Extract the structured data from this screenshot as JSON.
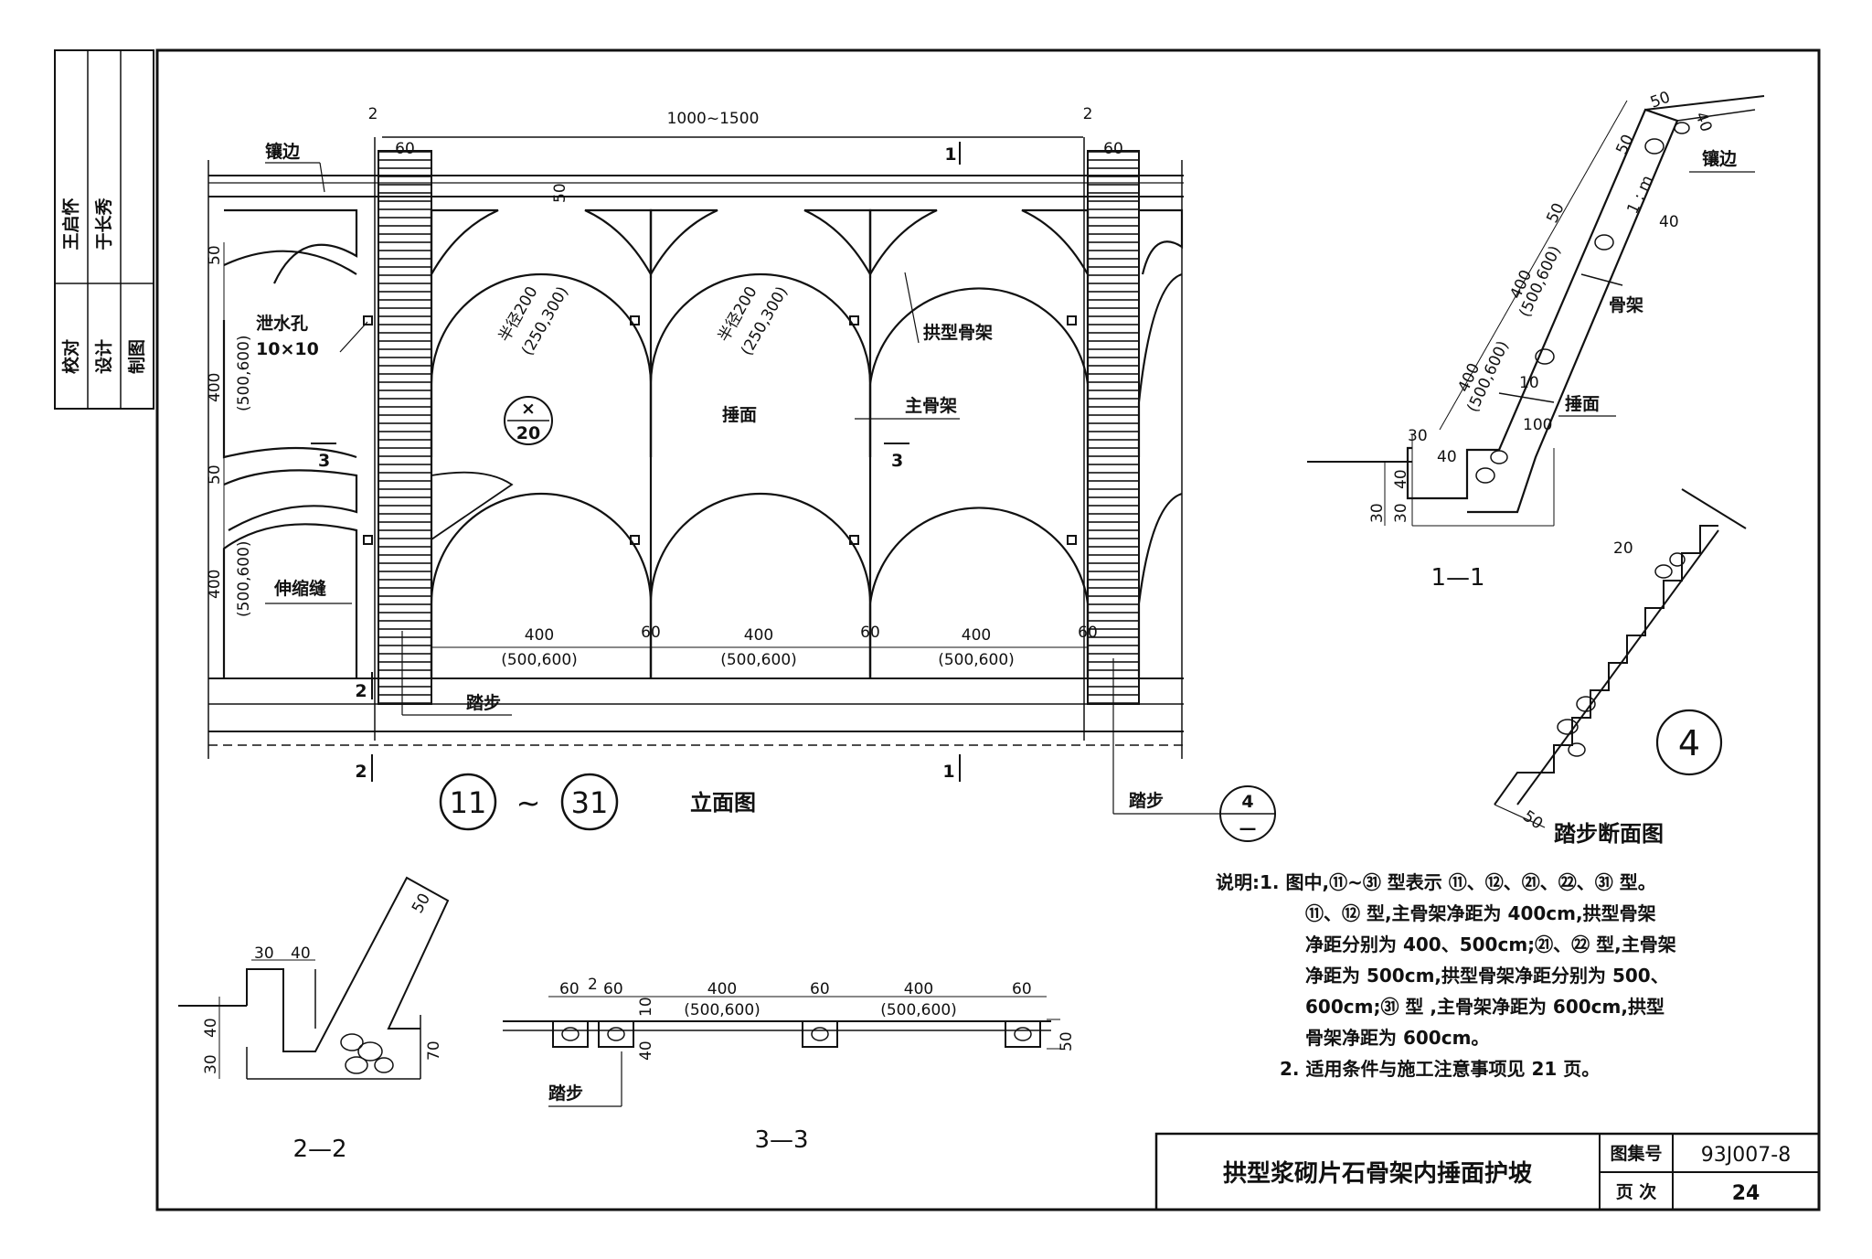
{
  "stamp": {
    "roles": [
      "校对",
      "设计",
      "制图"
    ],
    "names": [
      "王启怀",
      "于长秀"
    ]
  },
  "main_view": {
    "title_circle_a": "11",
    "title_tilde": "~",
    "title_circle_b": "31",
    "caption": "立面图",
    "total_width": "1000~1500",
    "sec_mark_2": "2",
    "sec_mark_1": "1",
    "step_width": "60",
    "band_dim": "50",
    "edge_label": "镶边",
    "drain_label": "泄水孔",
    "drain_size": "10×10",
    "expansion_label": "伸缩缝",
    "step_label": "踏步",
    "radius_a": "半径200",
    "radius_b": "(250,300)",
    "arch_frame_label": "拱型骨架",
    "main_frame_label": "主骨架",
    "pitch_label": "捶面",
    "detail_top": "×",
    "detail_bottom": "20",
    "sec3_label": "3",
    "vdim_50": "50",
    "vdim_400": "400",
    "vdim_alt": "(500,600)",
    "bay_dim": "400",
    "bay_alt": "(500,600)",
    "gap_dim": "60"
  },
  "callout": {
    "label": "踏步",
    "top": "4",
    "bottom": "—"
  },
  "section_1_1": {
    "caption": "1—1",
    "dims": [
      "50",
      "40",
      "50",
      "1 : m",
      "40",
      "50",
      "400",
      "(500,600)",
      "400",
      "(500,600)",
      "10",
      "30",
      "40",
      "30",
      "40",
      "30",
      "100"
    ],
    "edge_label": "镶边",
    "frame_label": "骨架",
    "pitch_label": "捶面"
  },
  "section_4": {
    "number": "4",
    "caption": "踏步断面图",
    "dims": [
      "20",
      "50"
    ]
  },
  "section_2_2": {
    "caption": "2—2",
    "dims": [
      "30",
      "40",
      "50",
      "40",
      "30",
      "70"
    ]
  },
  "section_3_3": {
    "caption": "3—3",
    "dims": [
      "60",
      "2",
      "60",
      "400",
      "(500,600)",
      "60",
      "400",
      "(500,600)",
      "60",
      "10",
      "40",
      "50"
    ],
    "step_label": "踏步"
  },
  "notes": {
    "line1": "说明:1. 图中,⑪~㉛ 型表示 ⑪、⑫、㉑、㉒、㉛ 型。",
    "line2": "⑪、⑫ 型,主骨架净距为 400cm,拱型骨架",
    "line3": "净距分别为 400、500cm;㉑、㉒ 型,主骨架",
    "line4": "净距为 500cm,拱型骨架净距分别为 500、",
    "line5": "600cm;㉛ 型 ,主骨架净距为 600cm,拱型",
    "line6": "骨架净距为 600cm。",
    "line7": "2. 适用条件与施工注意事项见 21 页。"
  },
  "title_block": {
    "title": "拱型浆砌片石骨架内捶面护坡",
    "atlas_label": "图集号",
    "atlas_value": "93J007-8",
    "page_label": "页 次",
    "page_value": "24"
  }
}
